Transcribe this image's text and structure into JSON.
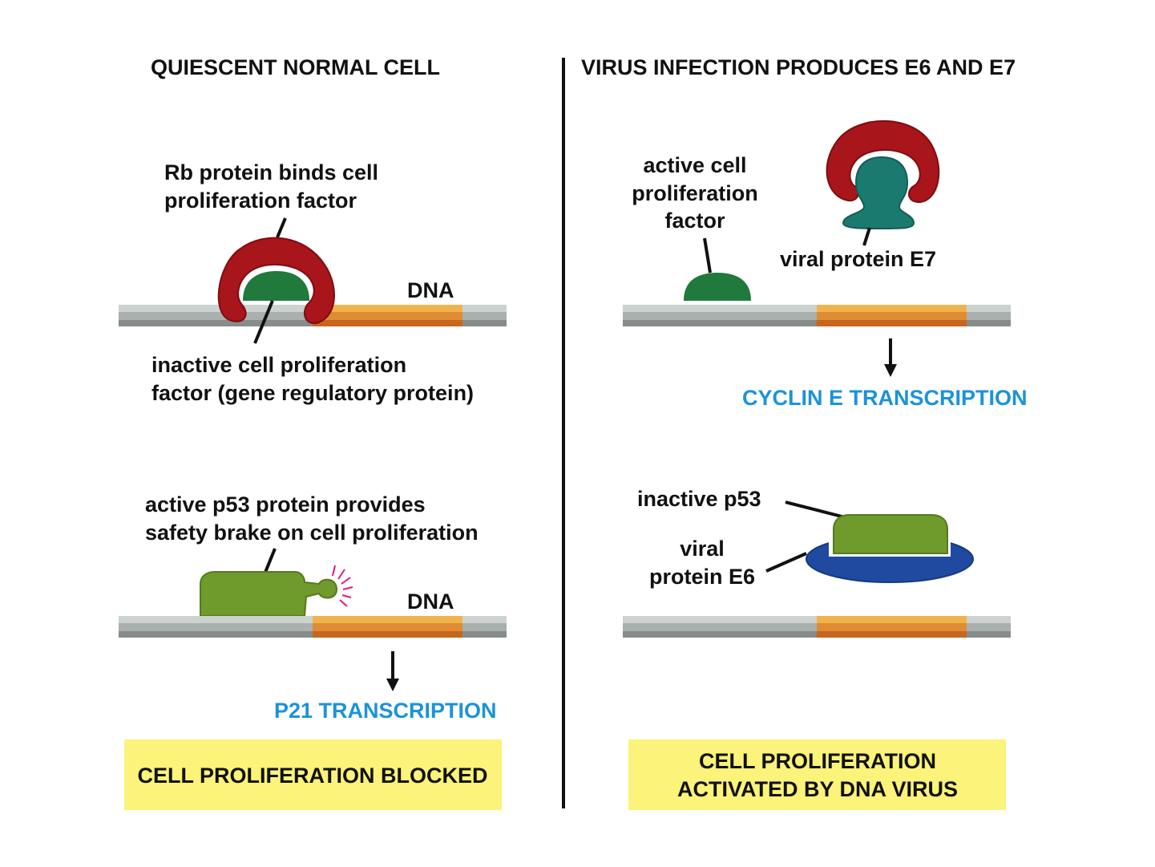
{
  "left": {
    "title": "QUIESCENT NORMAL CELL",
    "rb_label": [
      "Rb protein binds cell",
      "proliferation factor"
    ],
    "dna_label_1": "DNA",
    "inactive_label": [
      "inactive cell proliferation",
      "factor (gene regulatory protein)"
    ],
    "p53_label": [
      "active p53 protein provides",
      "safety brake on cell proliferation"
    ],
    "dna_label_2": "DNA",
    "transcription": "P21 TRANSCRIPTION",
    "result": "CELL PROLIFERATION BLOCKED"
  },
  "right": {
    "title": "VIRUS INFECTION PRODUCES E6 AND E7",
    "active_label": [
      "active cell",
      "proliferation",
      "factor"
    ],
    "e7_label": "viral protein E7",
    "transcription": "CYCLIN E TRANSCRIPTION",
    "p53_label": "inactive p53",
    "e6_label": [
      "viral",
      "protein E6"
    ],
    "result": [
      "CELL PROLIFERATION",
      "ACTIVATED BY DNA VIRUS"
    ]
  },
  "colors": {
    "rb": "#a8151b",
    "factor": "#1f7a3c",
    "e7": "#1b7a70",
    "p53": "#6f9a2c",
    "e6": "#1f4aa0",
    "dna": "#a9b0ad",
    "gene": "#e08f35",
    "blue_text": "#1b93d8",
    "box": "#fbf37a"
  }
}
